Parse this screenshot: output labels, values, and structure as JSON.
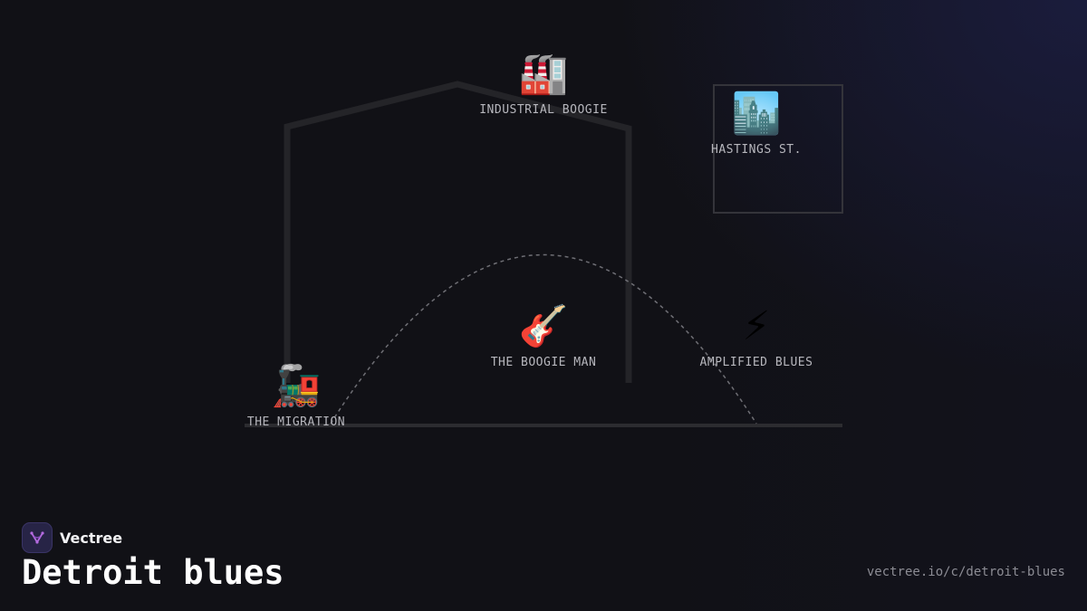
{
  "brand": {
    "name": "Vectree"
  },
  "title": "Detroit blues",
  "url": "vectree.io/c/detroit-blues",
  "nodes": [
    {
      "id": "industrial-boogie",
      "icon": "factory-icon",
      "emoji": "🏭",
      "label": "INDUSTRIAL BOOGIE"
    },
    {
      "id": "hastings-st",
      "icon": "cityscape-icon",
      "emoji": "🏙️",
      "label": "HASTINGS ST."
    },
    {
      "id": "the-boogie-man",
      "icon": "guitar-icon",
      "emoji": "🎸",
      "label": "THE BOOGIE MAN"
    },
    {
      "id": "amplified-blues",
      "icon": "lightning-icon",
      "emoji": "⚡",
      "label": "AMPLIFIED BLUES"
    },
    {
      "id": "the-migration",
      "icon": "locomotive-icon",
      "emoji": "🚂",
      "label": "THE MIGRATION"
    }
  ],
  "colors": {
    "background": "#111116",
    "structure_line": "#2a2a2e",
    "dashed_arc": "#6e6e74",
    "label": "#b7b7bd",
    "logo_accent": "#b46be0"
  }
}
